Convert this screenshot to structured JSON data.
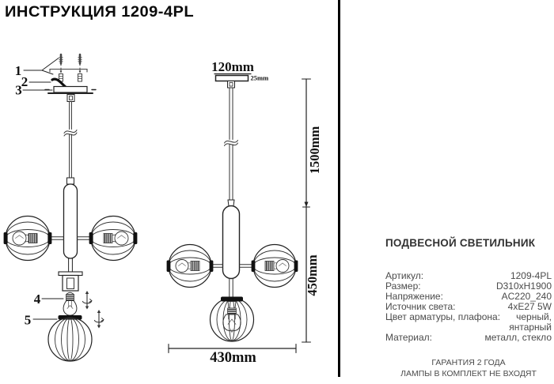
{
  "title": "ИНСТРУКЦИЯ 1209-4PL",
  "exploded_view": {
    "part_labels": [
      "1",
      "2",
      "3",
      "4",
      "5"
    ]
  },
  "dimension_view": {
    "canopy_width": "120mm",
    "canopy_height": "25mm",
    "wire_length": "1500mm",
    "fixture_height": "450mm",
    "fixture_width": "430mm"
  },
  "specs": {
    "heading": "ПОДВЕСНОЙ СВЕТИЛЬНИК",
    "rows": [
      {
        "label": "Артикул:",
        "value": "1209-4PL"
      },
      {
        "label": "Размер:",
        "value": "D310xH1900"
      },
      {
        "label": "Напряжение:",
        "value": "AC220_240"
      },
      {
        "label": "Источник света:",
        "value": "4xE27 5W"
      },
      {
        "label": "Цвет арматуры, плафона:",
        "value": "черный,"
      },
      {
        "label": "",
        "value": "янтарный"
      },
      {
        "label": "Материал:",
        "value": "металл, стекло"
      }
    ],
    "footer_line1": "ГАРАНТИЯ 2 ГОДА",
    "footer_line2": "ЛАМПЫ В КОМПЛЕКТ НЕ ВХОДЯТ"
  }
}
